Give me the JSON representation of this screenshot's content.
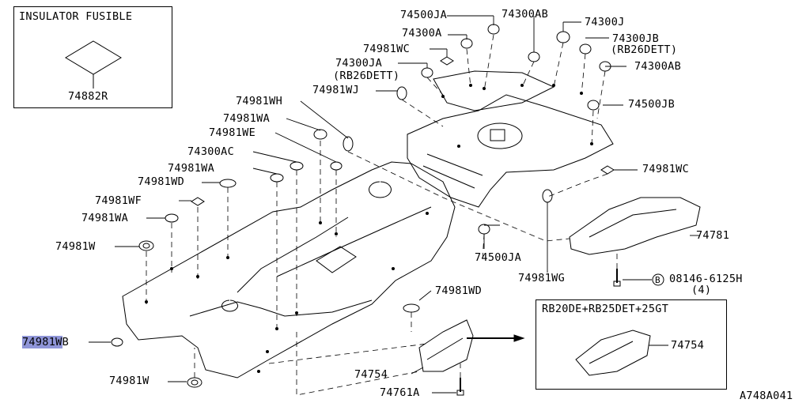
{
  "inset_box": {
    "title": "INSULATOR FUSIBLE",
    "part": "74882R"
  },
  "variant_box": {
    "title": "RB20DE+RB25DET+25GT",
    "part": "74754"
  },
  "diagram_code": "A748A041",
  "selected_part": "74981W",
  "callouts": {
    "c_74500JA_top": "74500JA",
    "c_74300AB_top": "74300AB",
    "c_74300J": "74300J",
    "c_74300A": "74300A",
    "c_74981WC_top": "74981WC",
    "c_74300JB": "74300JB",
    "c_74300JB_note": "(RB26DETT)",
    "c_74300JA": "74300JA",
    "c_74300JA_note": "(RB26DETT)",
    "c_74300AB_right": "74300AB",
    "c_74981WJ": "74981WJ",
    "c_74981WH": "74981WH",
    "c_74500JB": "74500JB",
    "c_74981WA_1": "74981WA",
    "c_74981WE": "74981WE",
    "c_74300AC": "74300AC",
    "c_74981WA_2": "74981WA",
    "c_74981WC_right": "74981WC",
    "c_74981WD_top": "74981WD",
    "c_74981WF": "74981WF",
    "c_74981WA_3": "74981WA",
    "c_74781": "74781",
    "c_74981W_top": "74981W",
    "c_74500JA_mid": "74500JA",
    "c_74981WG": "74981WG",
    "c_bolt_num": "08146-6125H",
    "c_bolt_qty": "(4)",
    "c_74981WD_bottom": "74981WD",
    "c_74981WB_suffix": "B",
    "c_74754": "74754",
    "c_74761A": "74761A",
    "c_74981W_bottom": "74981W"
  },
  "bolt_marker": "B"
}
